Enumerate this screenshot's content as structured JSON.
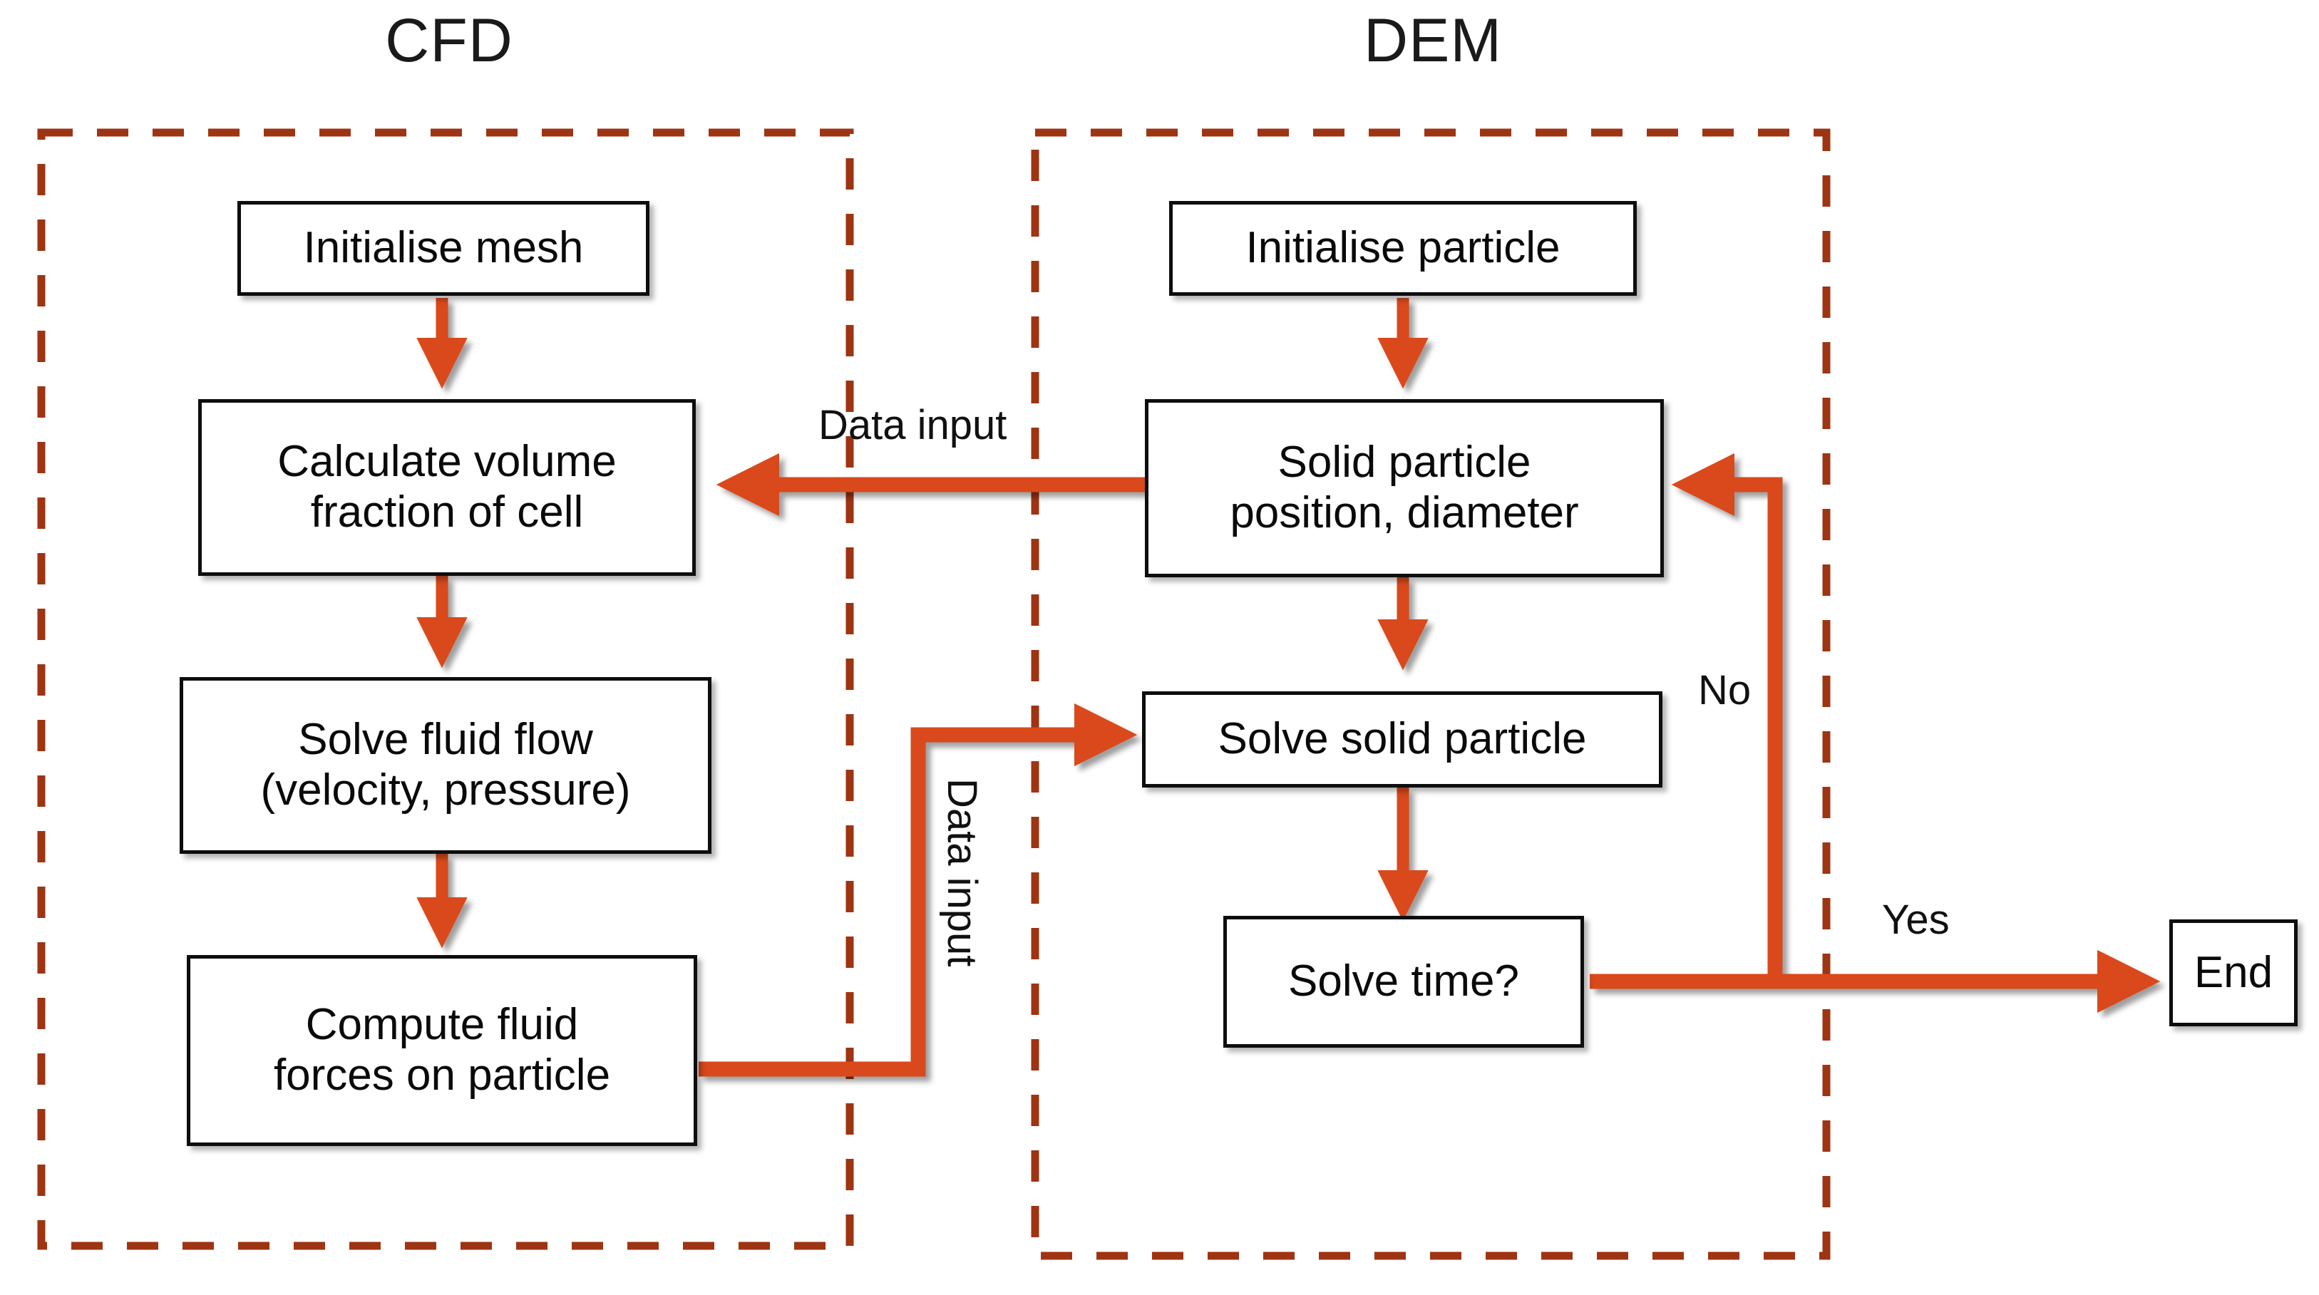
{
  "diagram": {
    "title_cfd": "CFD",
    "title_dem": "DEM",
    "accent_arrow_color": "#D9481A",
    "dashed_border_color": "#9E3412",
    "node_border_color": "#0D0D0D",
    "background_color": "#FFFFFF",
    "text_color": "#0A0A0A"
  },
  "groups": [
    {
      "id": "cfd-group",
      "label": "CFD"
    },
    {
      "id": "dem-group",
      "label": "DEM"
    }
  ],
  "nodes": {
    "initialise_mesh": "Initialise mesh",
    "calculate_volume_fraction": "Calculate volume\nfraction of cell",
    "solve_fluid_flow": "Solve fluid flow\n(velocity, pressure)",
    "compute_fluid_forces": "Compute fluid\nforces on particle",
    "initialise_particle": "Initialise particle",
    "solid_particle": "Solid particle\nposition, diameter",
    "solve_solid_particle": "Solve solid particle",
    "solve_time": "Solve time?",
    "end": "End"
  },
  "edge_labels": {
    "data_input_top": "Data input",
    "data_input_vertical": "Data input",
    "no": "No",
    "yes": "Yes"
  },
  "flow": {
    "type": "flowchart",
    "edges": [
      {
        "from": "initialise_mesh",
        "to": "calculate_volume_fraction",
        "label": ""
      },
      {
        "from": "calculate_volume_fraction",
        "to": "solve_fluid_flow",
        "label": ""
      },
      {
        "from": "solve_fluid_flow",
        "to": "compute_fluid_forces",
        "label": ""
      },
      {
        "from": "initialise_particle",
        "to": "solid_particle",
        "label": ""
      },
      {
        "from": "solid_particle",
        "to": "calculate_volume_fraction",
        "label": "Data input"
      },
      {
        "from": "compute_fluid_forces",
        "to": "solve_solid_particle",
        "label": "Data input"
      },
      {
        "from": "solid_particle",
        "to": "solve_solid_particle",
        "label": ""
      },
      {
        "from": "solve_solid_particle",
        "to": "solve_time",
        "label": ""
      },
      {
        "from": "solve_time",
        "to": "solid_particle",
        "label": "No"
      },
      {
        "from": "solve_time",
        "to": "end",
        "label": "Yes"
      }
    ]
  }
}
